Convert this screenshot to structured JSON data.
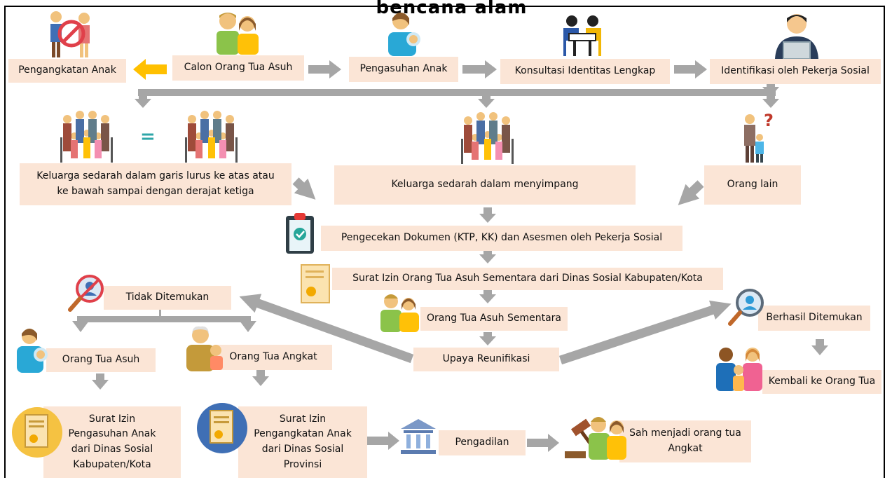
{
  "title": "bencana alam",
  "boxes": {
    "pengangkatan": "Pengangkatan Anak",
    "calon": "Calon Orang Tua Asuh",
    "pengasuhan": "Pengasuhan Anak",
    "konsultasi": "Konsultasi Identitas Lengkap",
    "identifikasi": "Identifikasi oleh Pekerja Sosial",
    "sedarah_lurus": "Keluarga sedarah dalam garis lurus ke atas atau\nke bawah sampai dengan derajat ketiga",
    "sedarah_menyimpang": "Keluarga sedarah dalam menyimpang",
    "orang_lain": "Orang lain",
    "pengecekan": "Pengecekan Dokumen (KTP, KK) dan Asesmen oleh Pekerja Sosial",
    "surat_sementara": "Surat Izin Orang Tua Asuh Sementara dari Dinas Sosial Kabupaten/Kota",
    "ot_sementara": "Orang Tua Asuh Sementara",
    "upaya": "Upaya Reunifikasi",
    "tidak_ditemukan": "Tidak Ditemukan",
    "berhasil": "Berhasil Ditemukan",
    "kembali": "Kembali ke Orang Tua",
    "ot_asuh": "Orang Tua Asuh",
    "ot_angkat": "Orang Tua Angkat",
    "surat_pengasuhan": "Surat Izin\nPengasuhan Anak\ndari Dinas Sosial\nKabupaten/Kota",
    "surat_pengangkatan": "Surat Izin\nPengangkatan Anak\ndari Dinas Sosial\nProvinsi",
    "pengadilan": "Pengadilan",
    "sah": "Sah menjadi orang tua\nAngkat"
  },
  "equals_sign": "=",
  "question_mark": "?",
  "colors": {
    "box_fill": "#fbe5d6",
    "arrow_gray": "#a6a6a6",
    "arrow_yellow": "#ffc000",
    "accent_teal": "#2e8b9a",
    "forbidden_red": "#e0404a",
    "skin": "#f1c27d",
    "hair": "#8b5a2b",
    "green_shirt": "#8bc34a",
    "yellow_shirt": "#ffc107",
    "certificate_yellow": "#f5c242",
    "certificate_blue": "#3f6fb5"
  },
  "icons": [
    "no-adoption-icon",
    "couple-icon",
    "mother-baby-icon",
    "consultation-icon",
    "social-worker-icon",
    "extended-family-icon",
    "family-equal-icon",
    "family-group-icon",
    "stranger-question-icon",
    "document-check-icon",
    "certificate-icon",
    "couple-small-icon",
    "search-not-found-icon",
    "search-found-icon",
    "family-reunite-icon",
    "mother-baby-small-icon",
    "grandparent-icon",
    "certificate-yellow-icon",
    "certificate-blue-icon",
    "court-icon",
    "gavel-couple-icon"
  ]
}
